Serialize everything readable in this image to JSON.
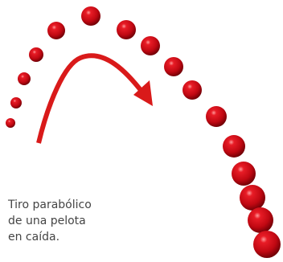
{
  "caption": {
    "lines": [
      "Tiro parabólico",
      "de una pelota",
      "en caída."
    ]
  },
  "colors": {
    "ball": "#cc0a14",
    "ball_dark": "#7a0008",
    "ball_highlight": "#ff8a8a",
    "arrow": "#d91a1a",
    "text": "#444444"
  },
  "icons": {
    "ball": "red-ball-icon",
    "arrow": "curved-arrow-icon"
  }
}
